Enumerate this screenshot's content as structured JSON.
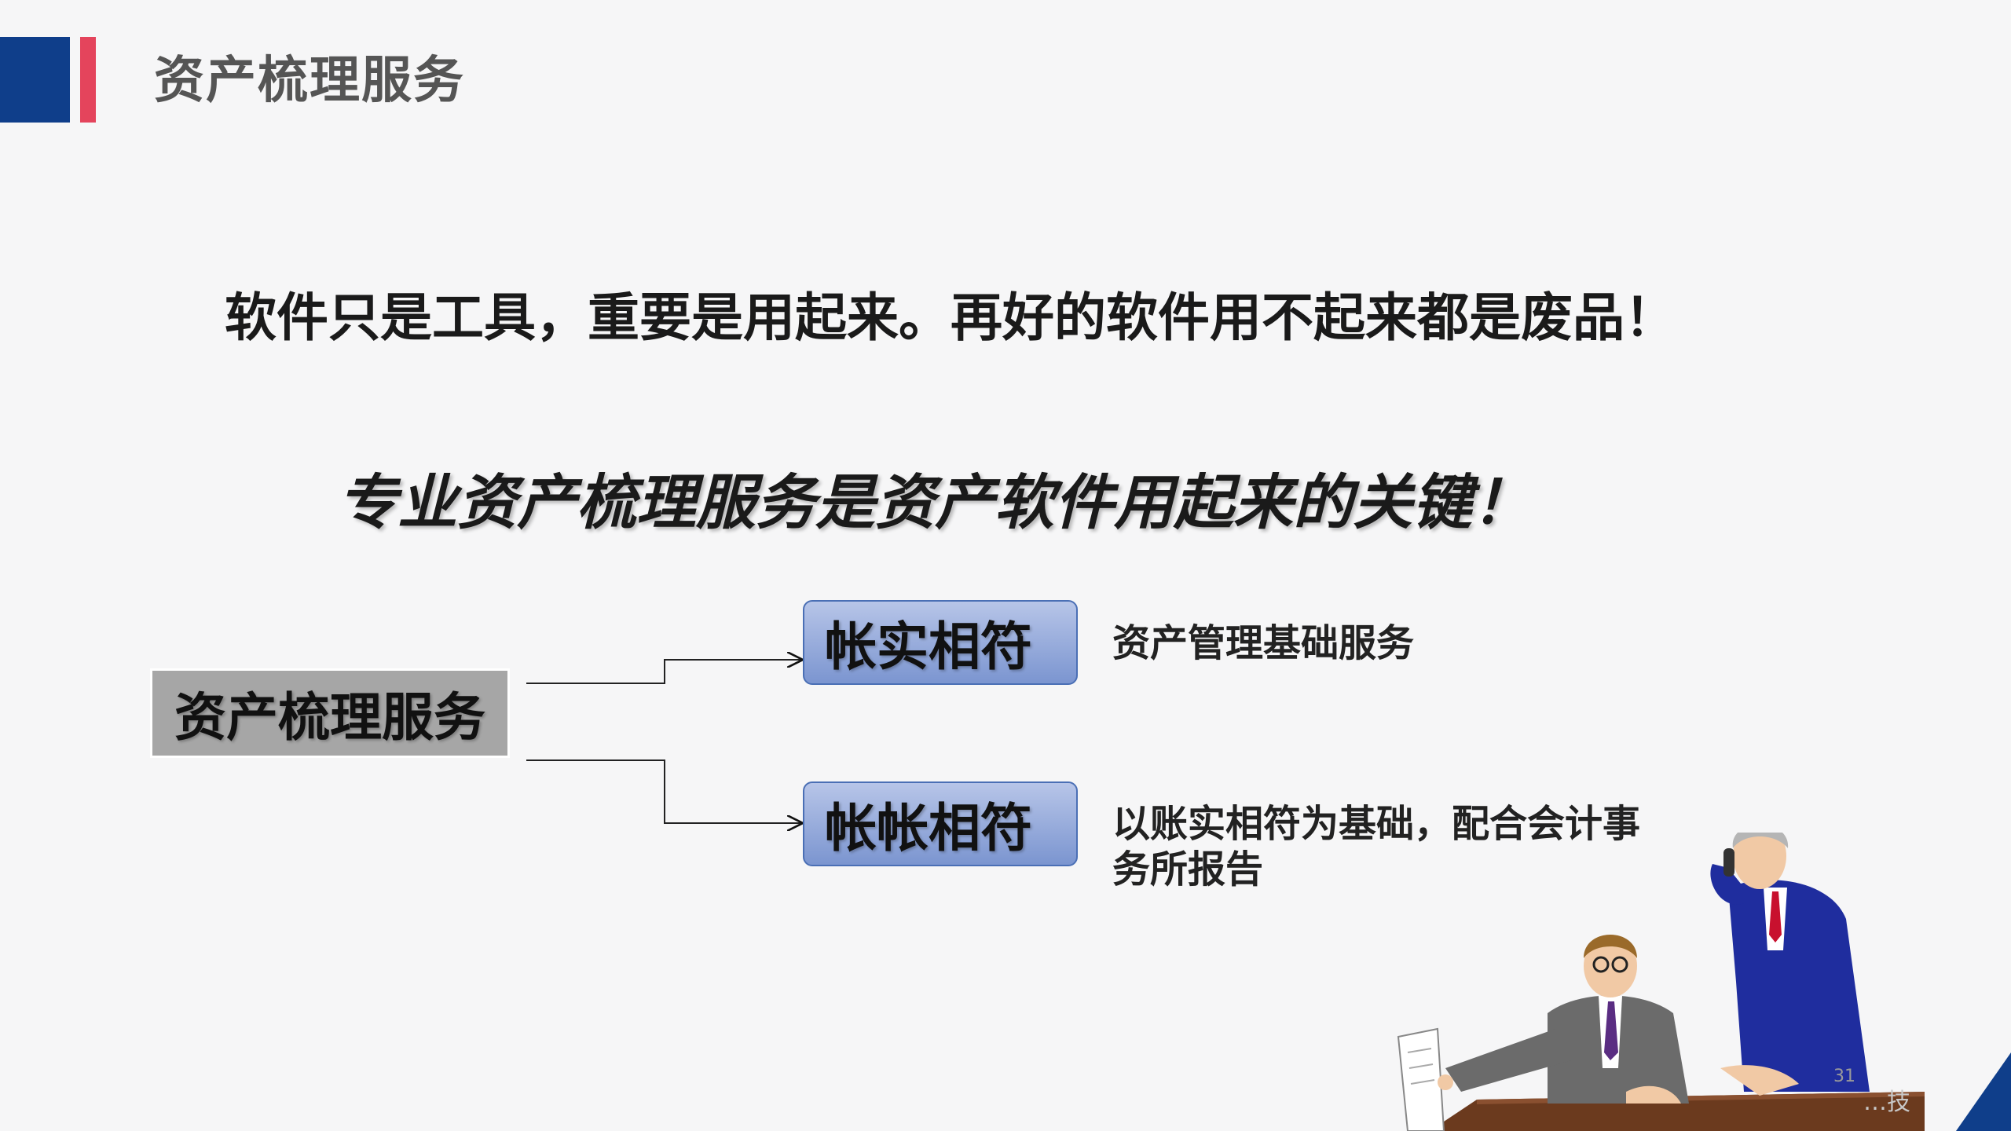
{
  "header": {
    "title": "资产梳理服务"
  },
  "main": {
    "headline": "软件只是工具，重要是用起来。再好的软件用不起来都是废品！",
    "subheadline": "专业资产梳理服务是资产软件用起来的关键！"
  },
  "diagram": {
    "root": "资产梳理服务",
    "children": [
      {
        "label": "帐实相符",
        "description": "资产管理基础服务"
      },
      {
        "label": "帐帐相符",
        "description": "以账实相符为基础，配合会计事务所报告"
      }
    ]
  },
  "footer": {
    "page_number": "31",
    "watermark": "…技"
  },
  "colors": {
    "accent_blue": "#0f3e8a",
    "accent_red": "#e4445c",
    "root_box": "#a6a6a6",
    "child_box_top": "#b7c5e8",
    "child_box_bottom": "#7b95d0"
  },
  "icons": [
    "business-people-illustration"
  ]
}
